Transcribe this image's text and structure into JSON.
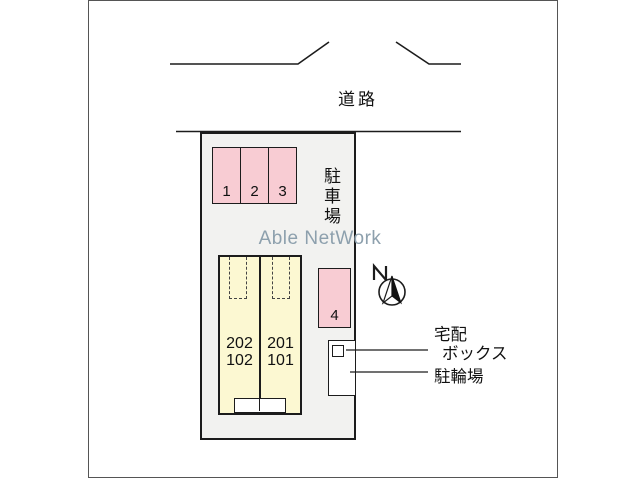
{
  "road": {
    "label": "道路"
  },
  "watermark": {
    "text": "Able NetWork",
    "color": "#8da0ad"
  },
  "parking_lot": {
    "label": "駐車場",
    "stalls": [
      "1",
      "2",
      "3"
    ],
    "stall4": "4",
    "stall_color": "#f8ccd3"
  },
  "building": {
    "color": "#fcf8d2",
    "units": [
      {
        "line1": "202",
        "line2": "102"
      },
      {
        "line1": "201",
        "line2": "101"
      }
    ]
  },
  "facilities": {
    "delivery_box": {
      "line1": "宅配",
      "line2": "ボックス"
    },
    "bicycle_parking": "駐輪場"
  },
  "compass": {
    "label": "N"
  }
}
